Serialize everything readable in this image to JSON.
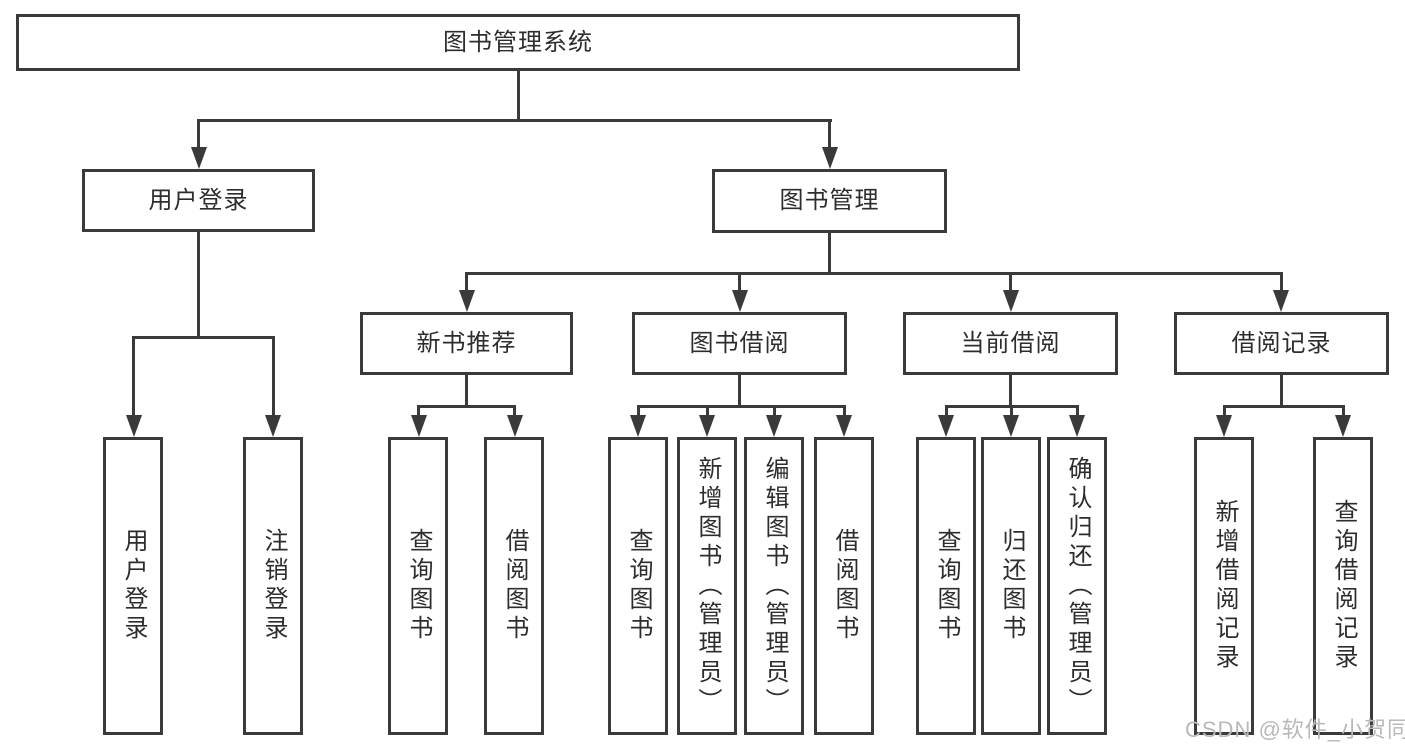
{
  "tree": {
    "root": {
      "label": "图书管理系统",
      "children": [
        {
          "label": "用户登录",
          "children": [
            {
              "label": "用户登录"
            },
            {
              "label": "注销登录"
            }
          ]
        },
        {
          "label": "图书管理",
          "children": [
            {
              "label": "新书推荐",
              "children": [
                {
                  "label": "查询图书"
                },
                {
                  "label": "借阅图书"
                }
              ]
            },
            {
              "label": "图书借阅",
              "children": [
                {
                  "label": "查询图书"
                },
                {
                  "label": "新增图书（管理员）"
                },
                {
                  "label": "编辑图书（管理员）"
                },
                {
                  "label": "借阅图书"
                }
              ]
            },
            {
              "label": "当前借阅",
              "children": [
                {
                  "label": "查询图书"
                },
                {
                  "label": "归还图书"
                },
                {
                  "label": "确认归还（管理员）"
                }
              ]
            },
            {
              "label": "借阅记录",
              "children": [
                {
                  "label": "新增借阅记录"
                },
                {
                  "label": "查询借阅记录"
                }
              ]
            }
          ]
        }
      ]
    }
  },
  "watermark": {
    "text": "CSDN @软件_小贺同学"
  },
  "colors": {
    "line": "#3a3a3a",
    "text": "#2d2d2d",
    "watermark": "#b9b9b9",
    "background": "#ffffff"
  }
}
